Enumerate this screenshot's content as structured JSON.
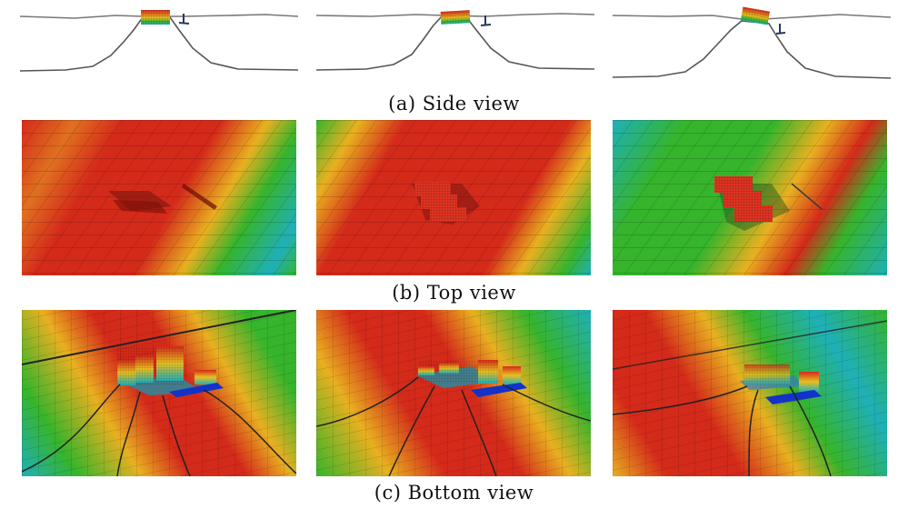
{
  "captions": {
    "side": "(a) Side view",
    "top": "(b) Top view",
    "bottom": "(c) Bottom view"
  },
  "colors": {
    "red": "#d42a1a",
    "green": "#36b42c",
    "cyan": "#1fb0b8",
    "blue": "#1432c8",
    "mesh": "#000000",
    "mooring_line": "#404040"
  },
  "rows": {
    "side": {
      "panels": [
        "side-view-1",
        "side-view-2",
        "side-view-3"
      ]
    },
    "top": {
      "panels": [
        "top-view-1",
        "top-view-2",
        "top-view-3"
      ]
    },
    "bottom": {
      "panels": [
        "bottom-view-1",
        "bottom-view-2",
        "bottom-view-3"
      ]
    }
  }
}
